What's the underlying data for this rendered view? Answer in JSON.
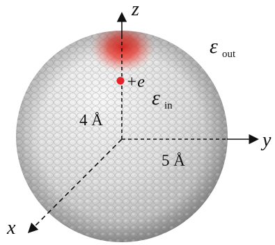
{
  "figure": {
    "axes": {
      "z_label": "z",
      "y_label": "y",
      "x_label": "x"
    },
    "charge": {
      "label": "+e",
      "color": "#e8202a"
    },
    "permittivity": {
      "outside_symbol": "ε",
      "outside_subscript": "out",
      "inside_symbol": "ε",
      "inside_subscript": "in"
    },
    "dimensions": {
      "charge_depth": "4 Å",
      "sphere_radius": "5 Å"
    },
    "colors": {
      "sphere_base": "#d6d6d6",
      "sphere_highlight": "#f4f4f4",
      "hot_spot": "#e23a2e",
      "axis": "#111111"
    }
  }
}
